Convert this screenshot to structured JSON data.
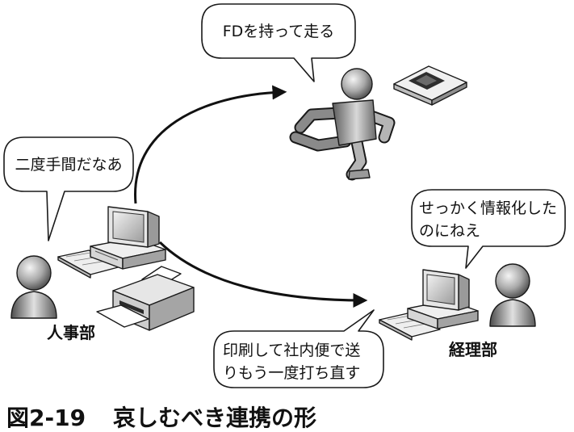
{
  "bubbles": {
    "runner": {
      "text": "FDを持って走る"
    },
    "hr": {
      "text": "二度手間だなあ"
    },
    "accounting": {
      "lines": [
        "せっかく情報化した",
        "のにねえ"
      ]
    },
    "courier": {
      "lines": [
        "印刷して社内便で送",
        "りもう一度打ち直す"
      ]
    }
  },
  "departments": {
    "hr": "人事部",
    "accounting": "経理部"
  },
  "caption": {
    "number": "図2-19",
    "title": "哀しむべき連携の形"
  }
}
